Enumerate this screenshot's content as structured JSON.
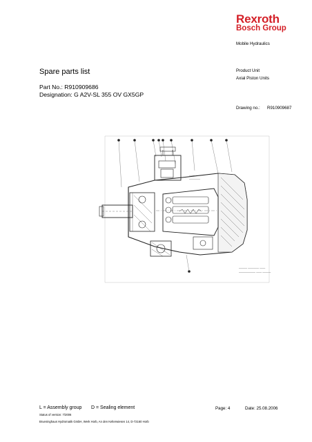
{
  "header": {
    "brand": "Rexroth",
    "brand_sub": "Bosch Group",
    "division": "Mobile Hydraulics",
    "product_unit_label": "Product Unit",
    "product_unit_value": "Axial Piston Units"
  },
  "document": {
    "title": "Spare parts list",
    "part_no": "Part No.: R910909686",
    "designation": "Designation: G  A2V-SL  355 OV GX5GP",
    "drawing_label": "Drawing no.:",
    "drawing_no": "R910909687"
  },
  "footer": {
    "legend_assembly": "L = Assembly group",
    "legend_sealing": "D = Sealing element",
    "page": "Page: 4",
    "date": "Date: 25.08.2006",
    "status": "Status of version: 7/2006",
    "company": "Brueninghaus Hydromatik GmbH, Werk Horb, An den Kelterwiesen 14, D-72160 Horb"
  },
  "colors": {
    "brand": "#d41f27"
  }
}
